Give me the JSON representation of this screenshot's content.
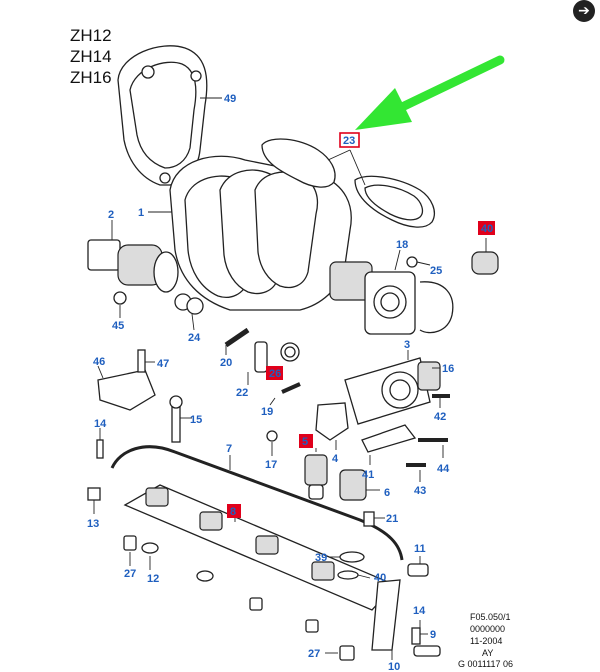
{
  "models": [
    "ZH12",
    "ZH14",
    "ZH16"
  ],
  "nav": {
    "icon": "arrow-right-circle-icon",
    "glyph": "➔"
  },
  "colors": {
    "callout_text": "#1f5fbf",
    "highlight_red": "#e0001b",
    "arrow_green": "#33e633"
  },
  "highlighted_callouts": [
    "23",
    "40",
    "26",
    "5",
    "8"
  ],
  "reference": [
    "F05.050/1",
    "0000000",
    "11-2004",
    "AY",
    "G 0011117 06"
  ],
  "callouts": {
    "c1": "1",
    "c2": "2",
    "c3": "3",
    "c4": "4",
    "c5": "5",
    "c6": "6",
    "c7": "7",
    "c8": "8",
    "c9": "9",
    "c10": "10",
    "c11": "11",
    "c12": "12",
    "c13": "13",
    "c14a": "14",
    "c14b": "14",
    "c15": "15",
    "c16": "16",
    "c17": "17",
    "c18": "18",
    "c19": "19",
    "c20": "20",
    "c21": "21",
    "c22": "22",
    "c23": "23",
    "c24": "24",
    "c25": "25",
    "c26": "26",
    "c27a": "27",
    "c27b": "27",
    "c39": "39",
    "c40a": "40",
    "c40b": "40",
    "c41": "41",
    "c42": "42",
    "c43": "43",
    "c44": "44",
    "c45": "45",
    "c46": "46",
    "c47": "47",
    "c49": "49"
  }
}
